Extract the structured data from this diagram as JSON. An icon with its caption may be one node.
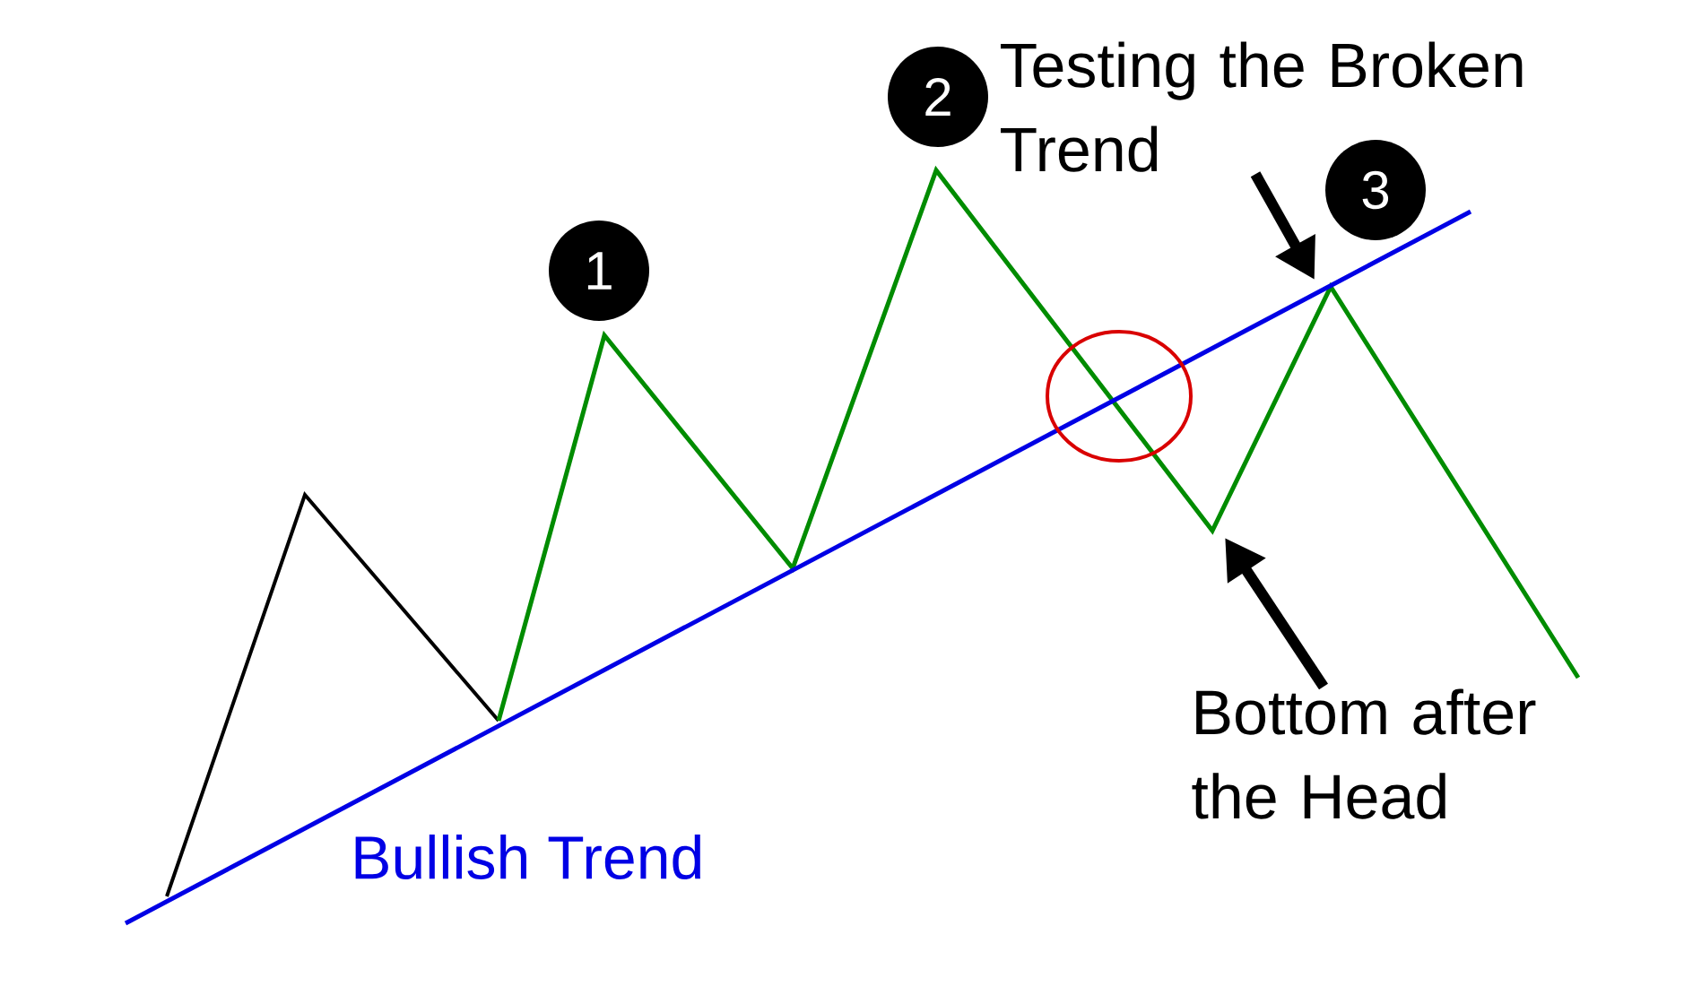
{
  "diagram": {
    "nodes": [
      {
        "text": [
          "1"
        ]
      },
      {
        "text": [
          "2"
        ]
      },
      {
        "text": [
          "Testing the Broken Trend"
        ]
      },
      {
        "text": [
          "3"
        ]
      },
      {
        "text": [
          "Bottom after the Head"
        ]
      }
    ],
    "edges": [
      {
        "from": 2,
        "to": null,
        "arrow": "to"
      },
      {
        "from": 4,
        "to": null,
        "arrow": "to"
      }
    ],
    "labels": [
      "Bullish Trend"
    ]
  }
}
